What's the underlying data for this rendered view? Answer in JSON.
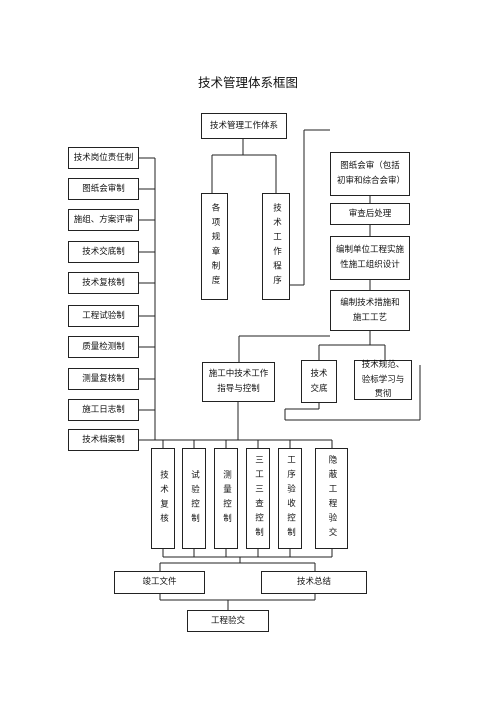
{
  "title": "技术管理体系框图",
  "root": "技术管理工作体系",
  "left_rules": [
    "技术岗位责任制",
    "图纸会审制",
    "施组、方案评审",
    "技术交底制",
    "技术复核制",
    "工程试验制",
    "质量检测制",
    "测量复核制",
    "施工日志制",
    "技术档案制"
  ],
  "mid_boxes": {
    "regulations": "各项规章制度",
    "workflow": "技术工作程序"
  },
  "right_chain": [
    "图纸会审（包括初审和综合会审）",
    "审查后处理",
    "编制单位工程实施性施工组织设计",
    "编制技术措施和施工工艺"
  ],
  "disclosure": "技术交底",
  "standards": "技术规范、验标学习与贯彻",
  "guidance": "施工中技术工作指导与控制",
  "controls": [
    "技术复核",
    "试验控制",
    "测量控制",
    "三工三查控制",
    "工序验收控制",
    "隐蔽工程验交"
  ],
  "completion_docs": "竣工文件",
  "tech_summary": "技术总结",
  "acceptance": "工程验交"
}
